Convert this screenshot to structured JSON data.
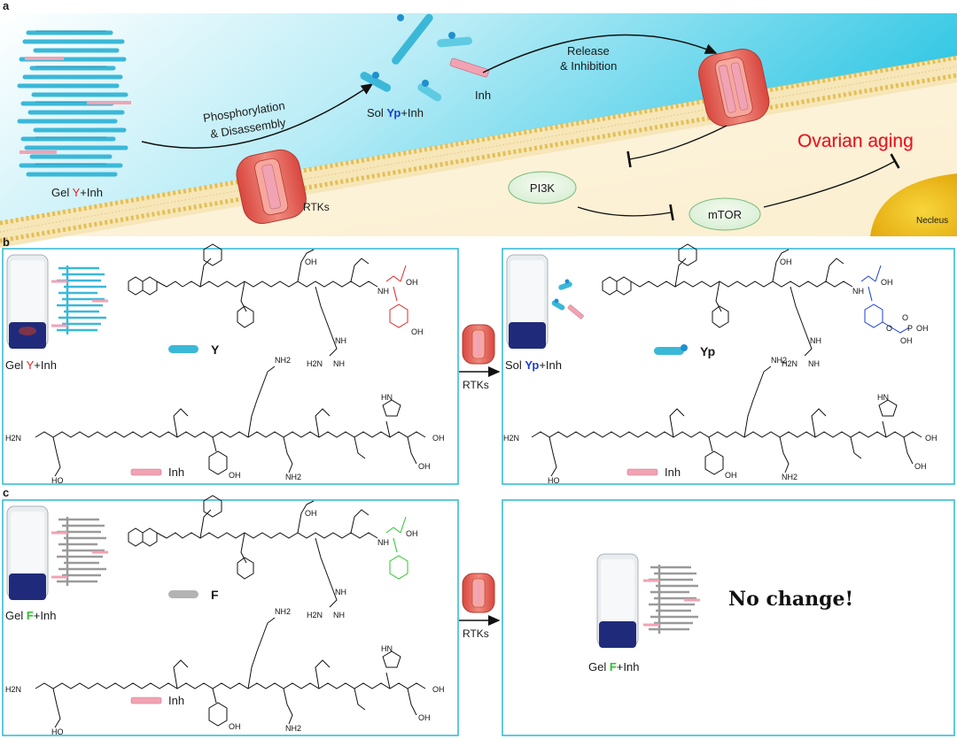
{
  "panels": {
    "a": "a",
    "b": "b",
    "c": "c"
  },
  "panel_a": {
    "gel_label": {
      "prefix": "Gel ",
      "highlight": "Y",
      "suffix": "+Inh"
    },
    "step1_line1": "Phosphorylation",
    "step1_line2": "& Disassembly",
    "sol_label": {
      "prefix": "Sol ",
      "highlight": "Yp",
      "suffix": "+Inh"
    },
    "inh_label": "Inh",
    "step2_line1": "Release",
    "step2_line2": "& Inhibition",
    "receptor_label": "RTKs",
    "pi3k": "PI3K",
    "mtor": "mTOR",
    "outcome": "Ovarian aging",
    "nucleus": "Necleus"
  },
  "panel_b": {
    "left": {
      "vial_label": {
        "prefix": "Gel ",
        "highlight": "Y",
        "suffix": "+Inh"
      },
      "peptide_key": "Y",
      "inh_key": "Inh"
    },
    "arrow_label": "RTKs",
    "right": {
      "vial_label": {
        "prefix": "Sol ",
        "highlight": "Yp",
        "suffix": "+Inh"
      },
      "peptide_key": "Yp",
      "inh_key": "Inh"
    }
  },
  "panel_c": {
    "left": {
      "vial_label": {
        "prefix": "Gel ",
        "highlight": "F",
        "suffix": "+Inh"
      },
      "peptide_key": "F",
      "inh_key": "Inh"
    },
    "arrow_label": "RTKs",
    "right": {
      "result": "No change!",
      "vial_label": {
        "prefix": "Gel ",
        "highlight": "F",
        "suffix": "+Inh"
      }
    }
  },
  "chem_labels": {
    "oh": "OH",
    "nh": "NH",
    "nh2": "NH2",
    "h2n": "H2N",
    "ho": "HO",
    "hn": "HN",
    "n": "N",
    "h": "H",
    "o": "O",
    "p": "P"
  },
  "colors": {
    "y_red": "#e0252a",
    "yp_blue": "#1c3fd0",
    "f_green": "#2bc62b",
    "panel_border": "#2bb8d4",
    "inh_pink": "#f2a3b3",
    "fiber_blue": "#3bb8d8",
    "fiber_gray": "#9a9a9a",
    "receptor": "#ec7468",
    "outcome_red": "#e8141e"
  },
  "icons": [
    "receptor-icon",
    "nucleus-icon",
    "vial-icon",
    "hydrogel-fiber-icon",
    "peptide-capsule-icon",
    "inhibitor-bar-icon"
  ]
}
